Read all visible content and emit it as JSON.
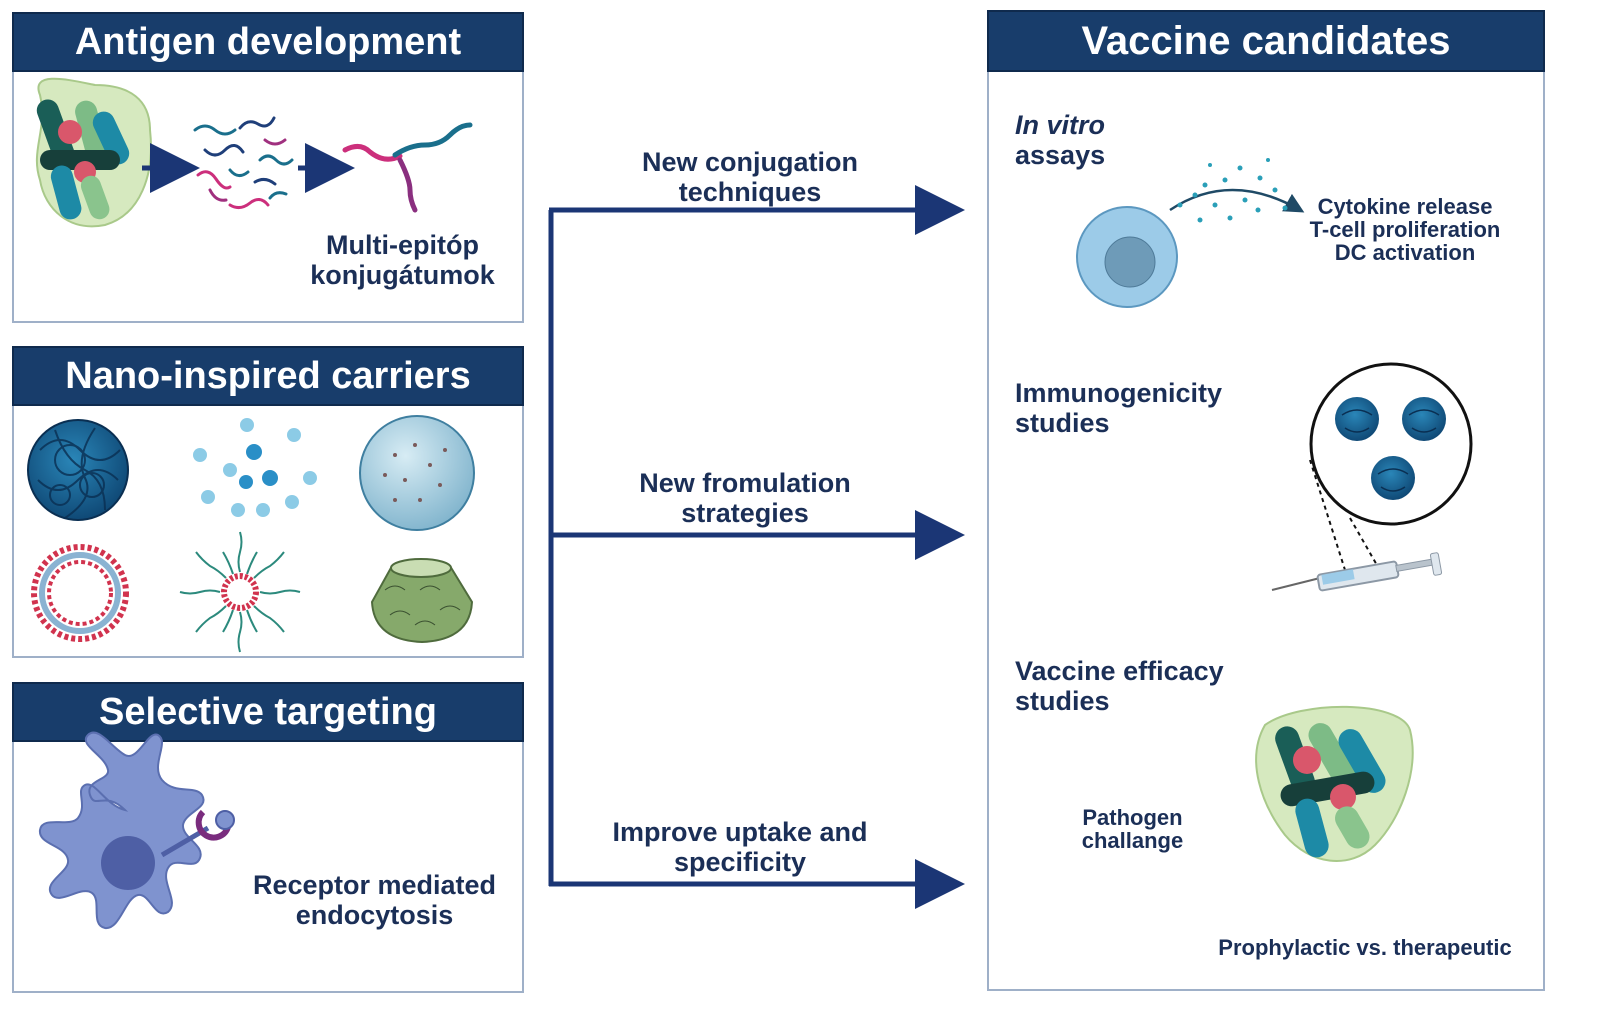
{
  "left_panels": {
    "antigen": {
      "title": "Antigen development",
      "caption_line1": "Multi-epitóp",
      "caption_line2": "konjugátumok"
    },
    "carriers": {
      "title": "Nano-inspired carriers"
    },
    "targeting": {
      "title": "Selective targeting",
      "caption_line1": "Receptor mediated",
      "caption_line2": "endocytosis"
    }
  },
  "arrows": [
    {
      "line1": "New conjugation",
      "line2": "techniques"
    },
    {
      "line1": "New fromulation",
      "line2": "strategies"
    },
    {
      "line1": "Improve uptake and",
      "line2": "specificity"
    }
  ],
  "right_panel": {
    "title": "Vaccine candidates",
    "invitro": {
      "label_line1": "In vitro",
      "label_line2": "assays",
      "outcomes": [
        "Cytokine release",
        "T-cell proliferation",
        "DC activation"
      ]
    },
    "immunogenicity": {
      "line1": "Immunogenicity",
      "line2": "studies"
    },
    "efficacy": {
      "line1": "Vaccine efficacy",
      "line2": "studies",
      "pathogen_line1": "Pathogen",
      "pathogen_line2": "challange",
      "footer": "Prophylactic vs. therapeutic"
    }
  },
  "colors": {
    "header_bg": "#183d6b",
    "arrow": "#1b3675",
    "panel_border": "#9fb0c8",
    "text": "#1b2f57"
  }
}
